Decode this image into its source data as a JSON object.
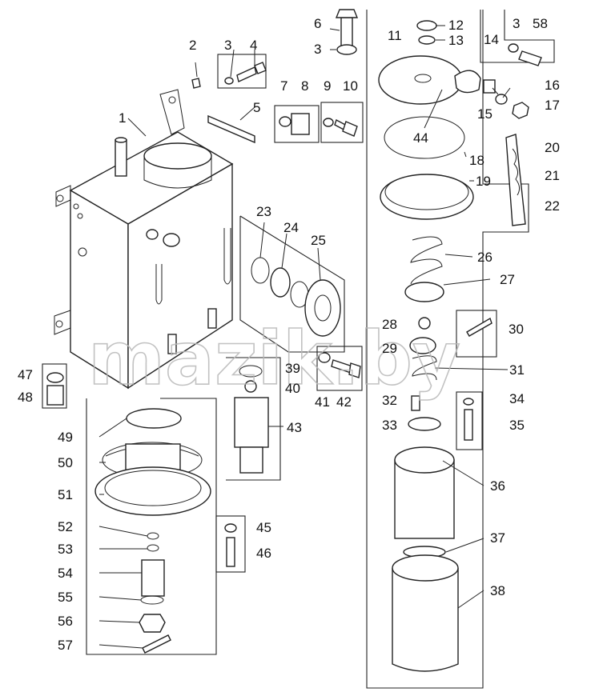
{
  "watermark": "mazik.by",
  "callouts": {
    "c1": "1",
    "c2": "2",
    "c3a": "3",
    "c3b": "3",
    "c3c": "3",
    "c4": "4",
    "c5": "5",
    "c6": "6",
    "c7": "7",
    "c8": "8",
    "c9": "9",
    "c10": "10",
    "c11": "11",
    "c12": "12",
    "c13": "13",
    "c14": "14",
    "c15": "15",
    "c16": "16",
    "c17": "17",
    "c18": "18",
    "c19": "19",
    "c20": "20",
    "c21": "21",
    "c22": "22",
    "c23": "23",
    "c24": "24",
    "c25": "25",
    "c26": "26",
    "c27": "27",
    "c28": "28",
    "c29": "29",
    "c30": "30",
    "c31": "31",
    "c32": "32",
    "c33": "33",
    "c34": "34",
    "c35": "35",
    "c36": "36",
    "c37": "37",
    "c38": "38",
    "c39": "39",
    "c40": "40",
    "c41": "41",
    "c42": "42",
    "c43": "43",
    "c44": "44",
    "c45": "45",
    "c46": "46",
    "c47": "47",
    "c48": "48",
    "c49": "49",
    "c50": "50",
    "c51": "51",
    "c52": "52",
    "c53": "53",
    "c54": "54",
    "c55": "55",
    "c56": "56",
    "c57": "57",
    "c58": "58"
  }
}
